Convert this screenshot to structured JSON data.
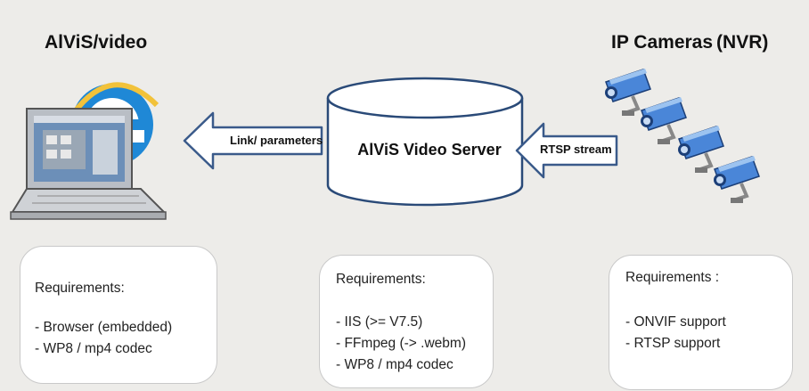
{
  "titles": {
    "left": "AlViS/video",
    "right_main": "IP Cameras",
    "right_suffix": "(NVR)"
  },
  "server": {
    "name": "AlViS Video Server"
  },
  "arrows": {
    "left_label": "Link/ parameters",
    "right_label": "RTSP stream"
  },
  "requirements": {
    "client": {
      "title": "Requirements:",
      "items": [
        "- Browser (embedded)",
        "- WP8 / mp4 codec"
      ]
    },
    "server": {
      "title": "Requirements:",
      "items": [
        "- IIS (>= V7.5)",
        "- FFmpeg (-> .webm)",
        "- WP8 / mp4 codec"
      ]
    },
    "cameras": {
      "title": "Requirements :",
      "items": [
        "- ONVIF support",
        "- RTSP support"
      ]
    }
  },
  "colors": {
    "arrow_stroke": "#3a5a8a",
    "server_stroke": "#2a4a78",
    "camera_body": "#2f66b8"
  },
  "icons": {
    "laptop": "laptop-icon",
    "browser": "browser-logo-icon",
    "server": "server-cylinder-icon",
    "camera": "ip-camera-icon"
  }
}
